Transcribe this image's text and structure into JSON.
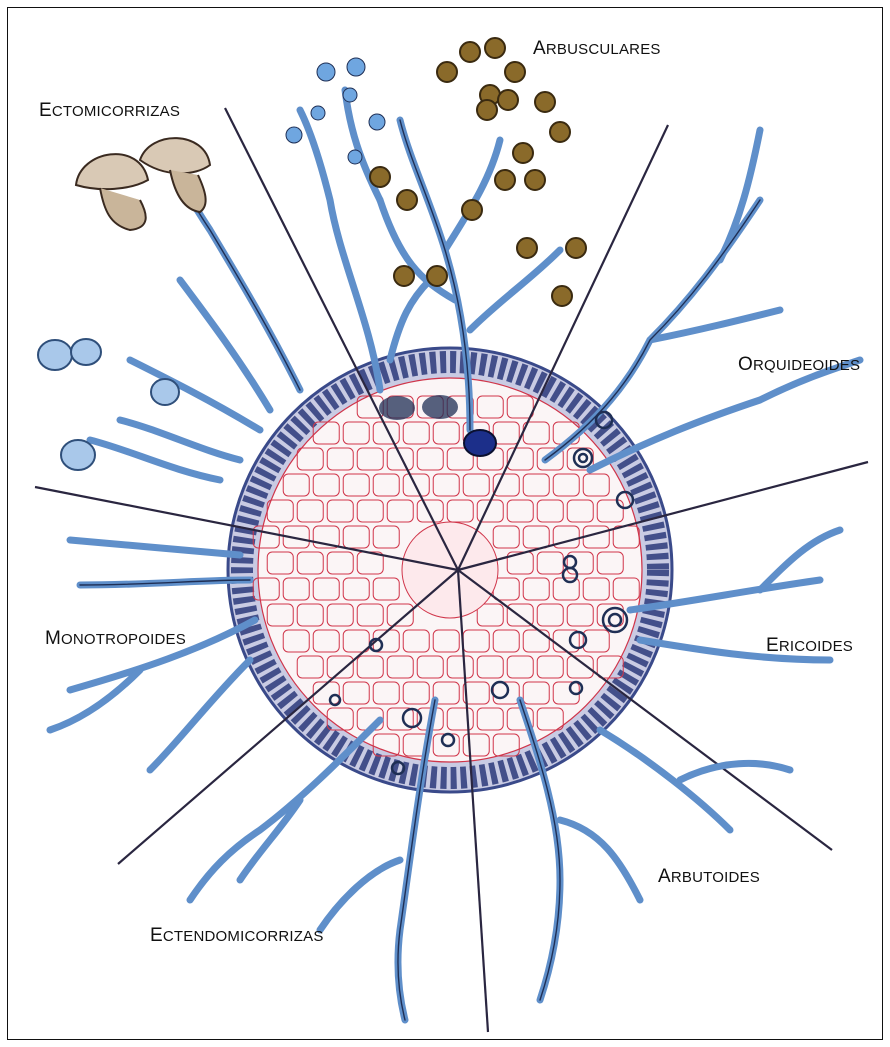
{
  "labels": {
    "arbusculares": {
      "first": "A",
      "rest": "RBUSCULARES"
    },
    "ectomicorrizas": {
      "first": "E",
      "rest": "CTOMICORRIZAS"
    },
    "orquideoides": {
      "first": "O",
      "rest": "RQUIDEOIDES"
    },
    "monotropoides": {
      "first": "M",
      "rest": "ONOTROPOIDES"
    },
    "ericoides": {
      "first": "E",
      "rest": "RICOIDES"
    },
    "arbutoides": {
      "first": "A",
      "rest": "RBUTOIDES"
    },
    "ectendomicorrizas": {
      "first": "E",
      "rest": "CTENDOMICORRIZAS"
    }
  },
  "colors": {
    "hyphae": "#6f9fd6",
    "hyphae_dark": "#1f2f55",
    "cortex_cells": "#d0354a",
    "mantle": "#3a4a8a",
    "sector_lines": "#2a2640",
    "spores": "#8a6a2a",
    "mushroom": "#c9b59a"
  }
}
